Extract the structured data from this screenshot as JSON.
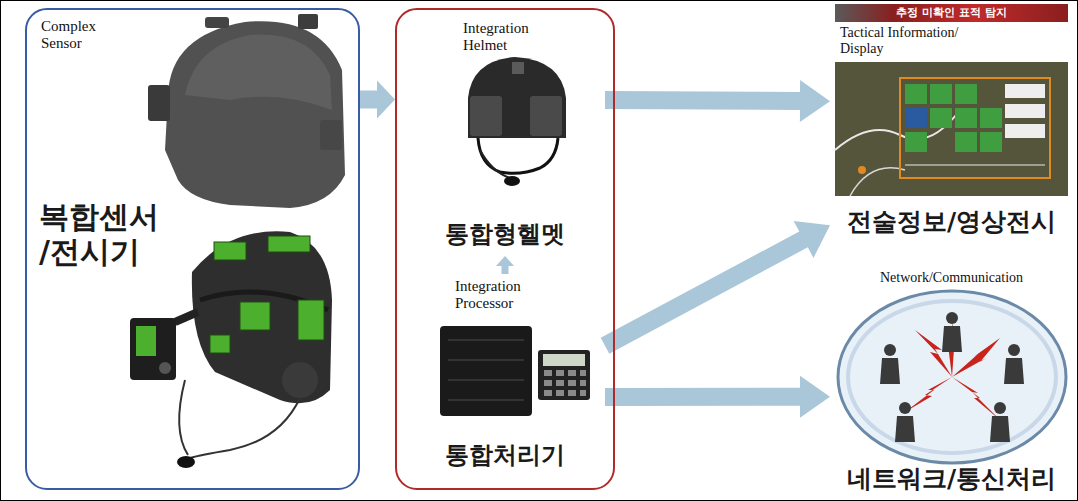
{
  "diagram": {
    "nodes": [
      {
        "text": [
          "Complex Sensor",
          "복합센서 /전시기"
        ]
      },
      {
        "text": []
      },
      {
        "text": [
          "Integration Helmet",
          "통합형헬멧"
        ],
        "in": 1
      },
      {
        "text": [
          "Integration Processor",
          "통합처리기"
        ],
        "in": 1
      },
      {
        "text": [
          "Tactical Information/ Display",
          "전술정보/영상전시"
        ]
      },
      {
        "text": [
          "Network/Communication",
          "네트워크/통신처리"
        ]
      }
    ],
    "edges": [
      {
        "from": 0,
        "to": 1,
        "arrow": "to"
      },
      {
        "from": 3,
        "to": 2,
        "arrow": "to"
      },
      {
        "from": 2,
        "to": 4,
        "arrow": "to"
      },
      {
        "from": 3,
        "to": 4,
        "arrow": "to"
      },
      {
        "from": 3,
        "to": 5,
        "arrow": "to"
      }
    ],
    "labels": [
      "추정 미확인 표적 탐지"
    ]
  }
}
